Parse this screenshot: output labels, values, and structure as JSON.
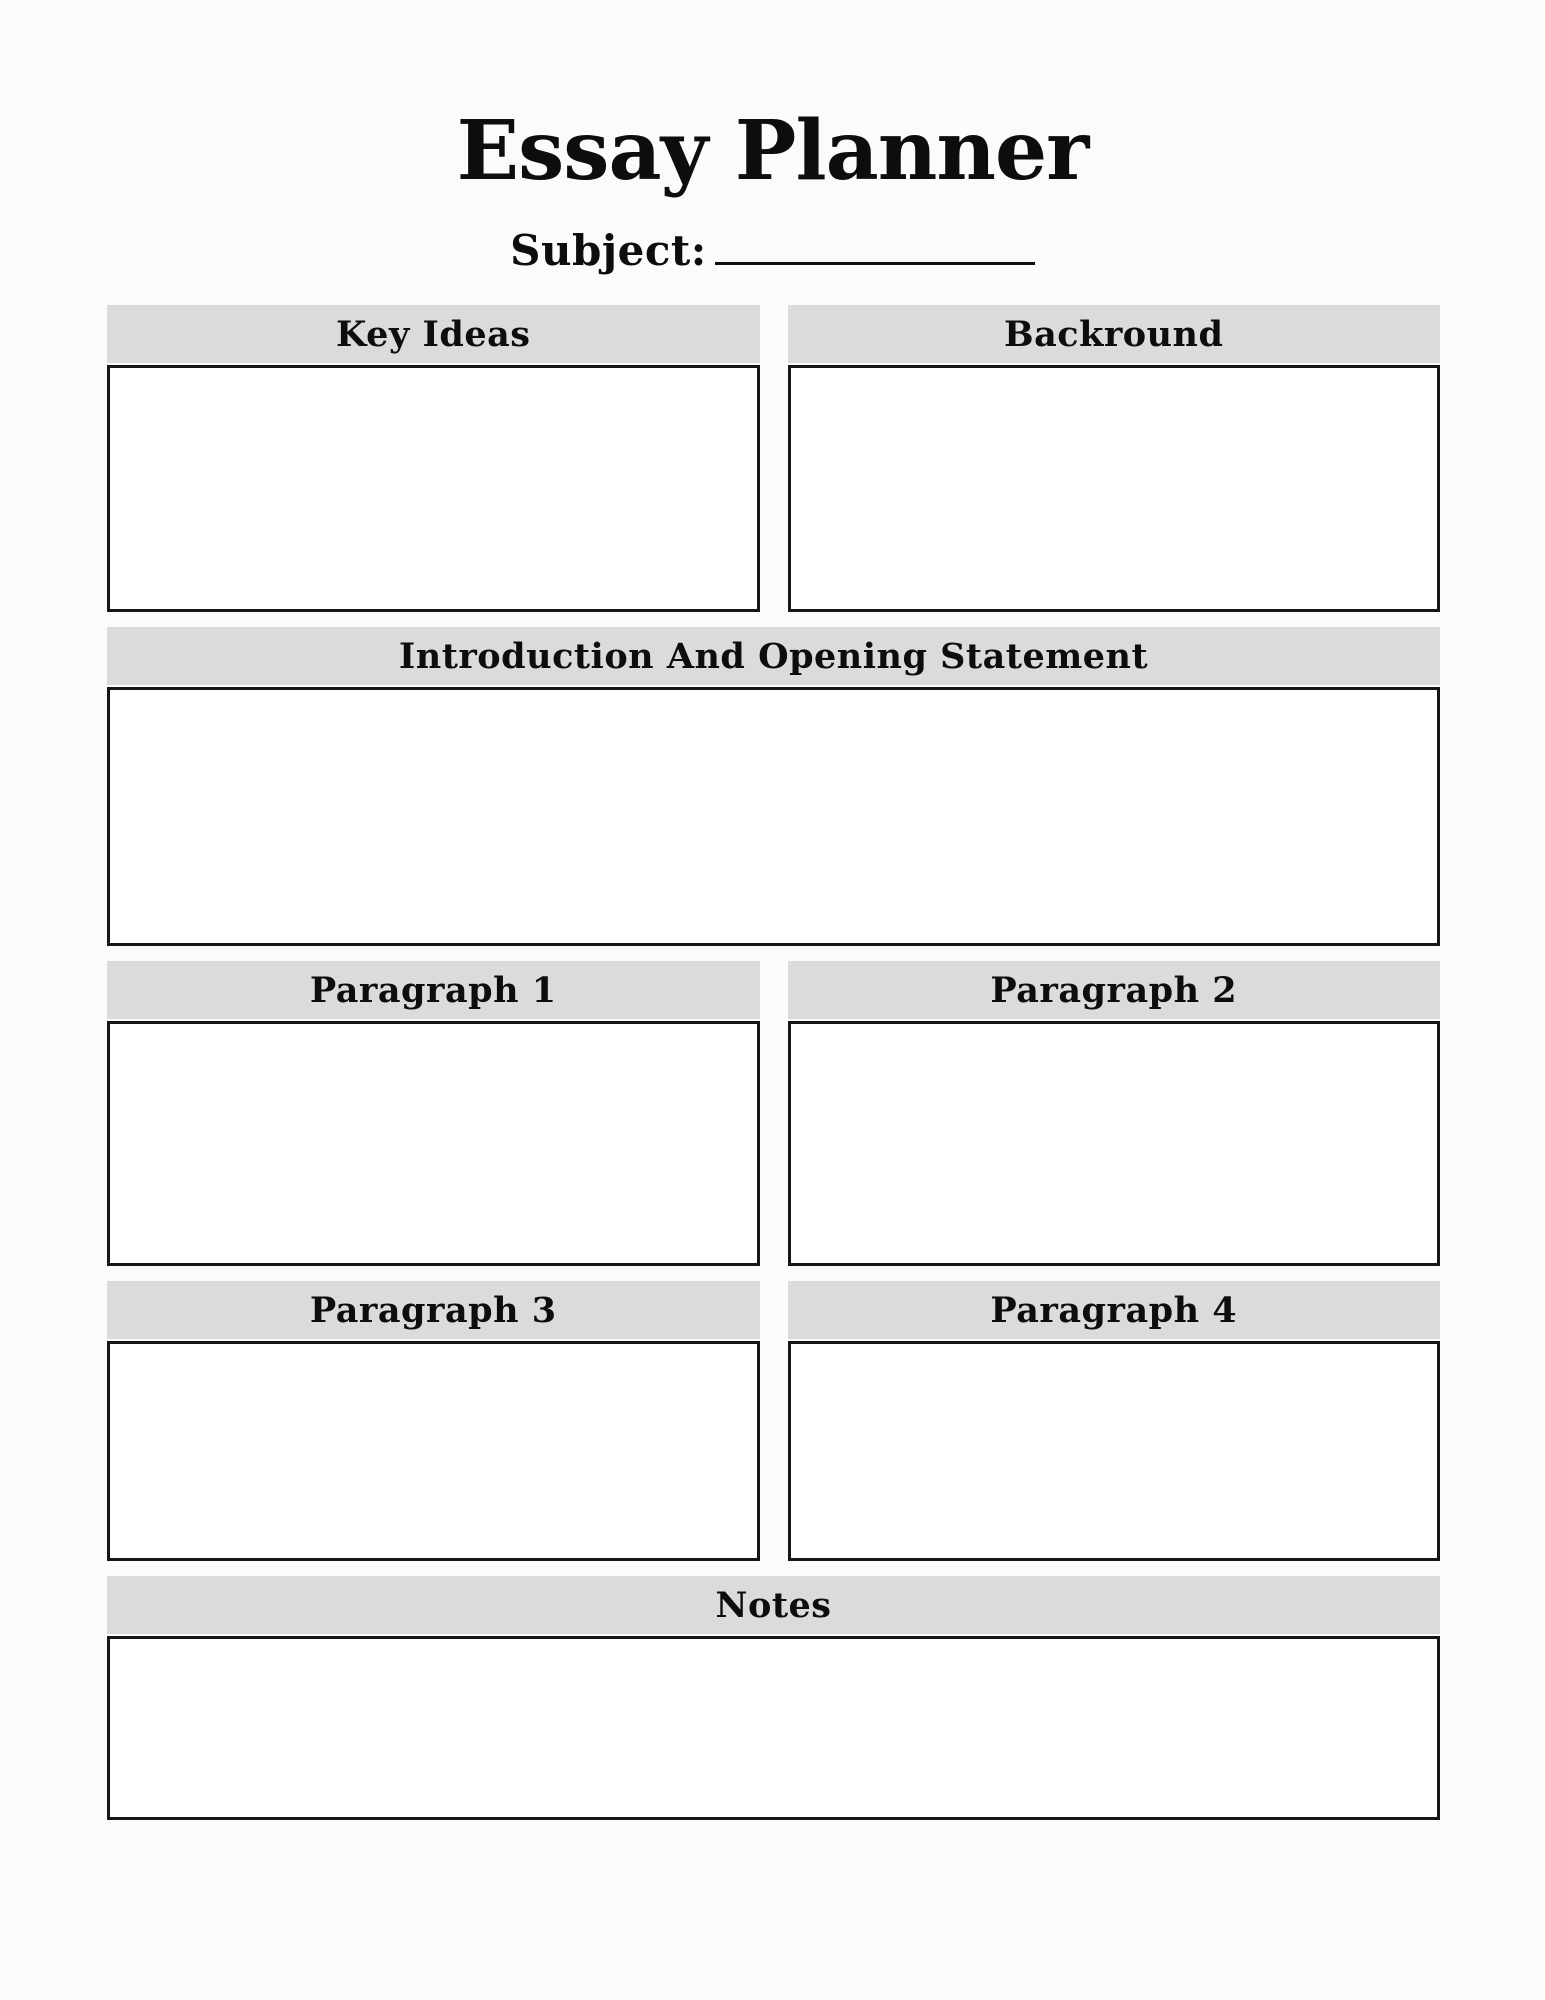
{
  "page": {
    "title": "Essay Planner",
    "subject_label": "Subject:"
  },
  "sections": {
    "key_ideas": {
      "label": "Key Ideas"
    },
    "backround": {
      "label": "Backround"
    },
    "introduction": {
      "label": "Introduction And Opening Statement"
    },
    "paragraph_1": {
      "label": "Paragraph 1"
    },
    "paragraph_2": {
      "label": "Paragraph 2"
    },
    "paragraph_3": {
      "label": "Paragraph 3"
    },
    "paragraph_4": {
      "label": "Paragraph 4"
    },
    "notes": {
      "label": "Notes"
    }
  },
  "fields": {
    "subject": "",
    "key_ideas": "",
    "backround": "",
    "introduction": "",
    "paragraph_1": "",
    "paragraph_2": "",
    "paragraph_3": "",
    "paragraph_4": "",
    "notes": ""
  },
  "colors": {
    "page_bg": "#fbfbf9",
    "box_bg": "#ffffff",
    "header_bg": "#dbdbdb",
    "border": "#161616",
    "text": "#0d0d0d"
  }
}
